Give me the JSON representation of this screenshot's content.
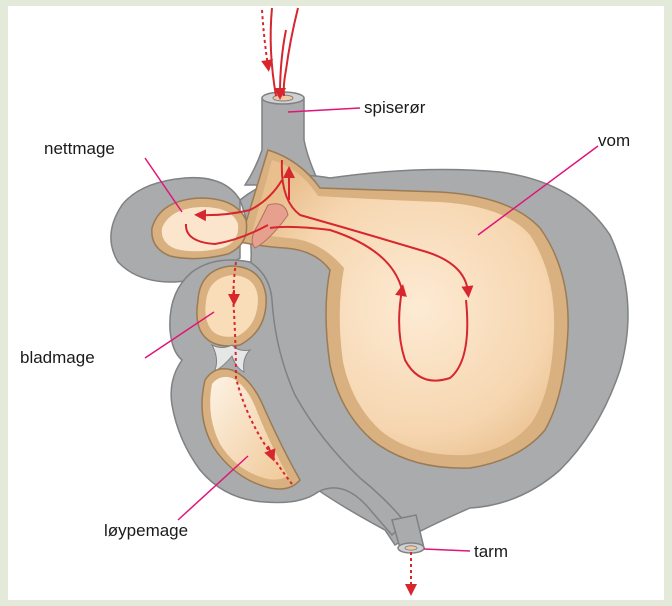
{
  "labels": {
    "esophagus": "spiserør",
    "reticulum": "nettmage",
    "rumen": "vom",
    "omasum": "bladmage",
    "abomasum": "løypemage",
    "intestine": "tarm"
  },
  "colors": {
    "background": "#e3ead9",
    "canvas": "#ffffff",
    "stomach_wall": "#a9abad",
    "stomach_wall_edge": "#7f8183",
    "lining": "#d9b07f",
    "cavity": "#f7dcbc",
    "flow_arrow": "#d7262e",
    "leader_line": "#e0147a"
  }
}
